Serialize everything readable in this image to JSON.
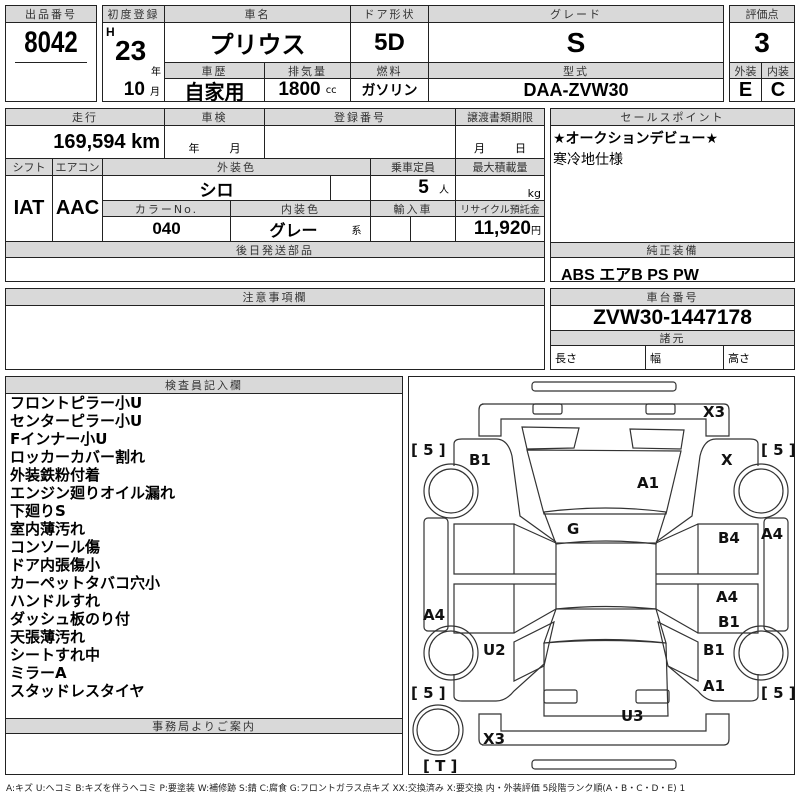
{
  "lot": {
    "label": "出品番号",
    "value": "8042"
  },
  "vehicle": {
    "first_reg_label": "初度登録",
    "era": "H",
    "year": "23",
    "year_unit": "年",
    "month": "10",
    "month_unit": "月",
    "name_label": "車名",
    "name": "プリウス",
    "door_label": "ドア形状",
    "door": "5D",
    "grade_label": "グレード",
    "grade": "S",
    "history_label": "車歴",
    "history": "自家用",
    "displacement_label": "排気量",
    "displacement": "1800",
    "displacement_unit": "cc",
    "fuel_label": "燃料",
    "fuel": "ガソリン",
    "model_label": "型式",
    "model": "DAA-ZVW30"
  },
  "score": {
    "label": "評価点",
    "value": "3",
    "exterior_label": "外装",
    "interior_label": "内装",
    "exterior": "E",
    "interior": "C"
  },
  "details": {
    "mileage_label": "走行",
    "mileage": "169,594 km",
    "inspection_label": "車検",
    "inspection_year": "年",
    "inspection_month": "月",
    "reg_no_label": "登録番号",
    "transfer_label": "譲渡書類期限",
    "transfer_month": "月",
    "transfer_day": "日",
    "shift_label": "シフト",
    "shift": "IAT",
    "ac_label": "エアコン",
    "ac": "AAC",
    "ext_color_label": "外装色",
    "ext_color": "シロ",
    "capacity_label": "乗車定員",
    "capacity": "5",
    "capacity_unit": "人",
    "max_load_label": "最大積載量",
    "max_load_unit": "kg",
    "color_no_label": "カラーNo.",
    "color_no": "040",
    "int_color_label": "内装色",
    "int_color": "グレー",
    "int_color_suffix": "系",
    "import_label": "輸入車",
    "recycle_label": "リサイクル預託金",
    "recycle": "11,920",
    "recycle_unit": "円",
    "later_parts_label": "後日発送部品"
  },
  "sales": {
    "label": "セールスポイント",
    "lines": [
      "★オークションデビュー★",
      "寒冷地仕様"
    ]
  },
  "equipment": {
    "label": "純正装備",
    "value": "ABS エアB PS PW"
  },
  "notes": {
    "label": "注意事項欄"
  },
  "chassis": {
    "label": "車台番号",
    "value": "ZVW30-1447178",
    "specs_label": "諸元",
    "length": "長さ",
    "width": "幅",
    "height": "高さ"
  },
  "inspector": {
    "label": "検査員記入欄",
    "lines": [
      "フロントピラー小U",
      "センターピラー小U",
      "Fインナー小U",
      "ロッカーカバー割れ",
      "外装鉄粉付着",
      "エンジン廻りオイル漏れ",
      "下廻りS",
      "室内薄汚れ",
      "コンソール傷",
      "ドア内張傷小",
      "カーペットタバコ穴小",
      "ハンドルすれ",
      "ダッシュ板のり付",
      "天張薄汚れ",
      "シートすれ中",
      "ミラーA",
      "スタッドレスタイヤ"
    ]
  },
  "office": {
    "label": "事務局よりご案内"
  },
  "diagram": {
    "marks": [
      "X3",
      "B1",
      "X",
      "A1",
      "G",
      "B4",
      "A4",
      "A4",
      "A4",
      "B1",
      "U2",
      "B1",
      "A1",
      "U3",
      "X3"
    ],
    "tread": [
      "5",
      "5",
      "5",
      "5"
    ],
    "spare": "T"
  },
  "legend": "A:キズ U:ヘコミ B:キズを伴うヘコミ P:要塗装 W:補修跡 S:錆 C:腐食 G:フロントガラス点キズ XX:交換済み X:要交換 内・外装評価 5段階ランク順(A・B・C・D・E) 1"
}
